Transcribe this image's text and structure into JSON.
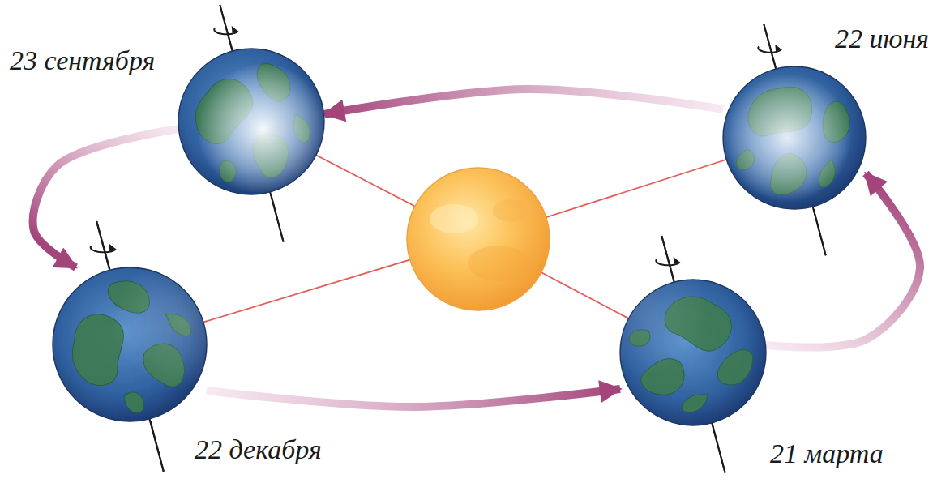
{
  "diagram": {
    "nodes": [
      {
        "text": [
          "23 сентября"
        ]
      },
      {
        "text": [
          "22 июня"
        ]
      },
      {
        "text": [
          "22 декабря"
        ]
      },
      {
        "text": [
          "21 марта"
        ]
      }
    ],
    "edges": [
      {
        "from": 1,
        "to": 0,
        "arrow": "to"
      },
      {
        "from": 0,
        "to": 2,
        "arrow": "to"
      },
      {
        "from": 2,
        "to": 3,
        "arrow": "to"
      },
      {
        "from": 3,
        "to": 1,
        "arrow": "to"
      }
    ]
  }
}
